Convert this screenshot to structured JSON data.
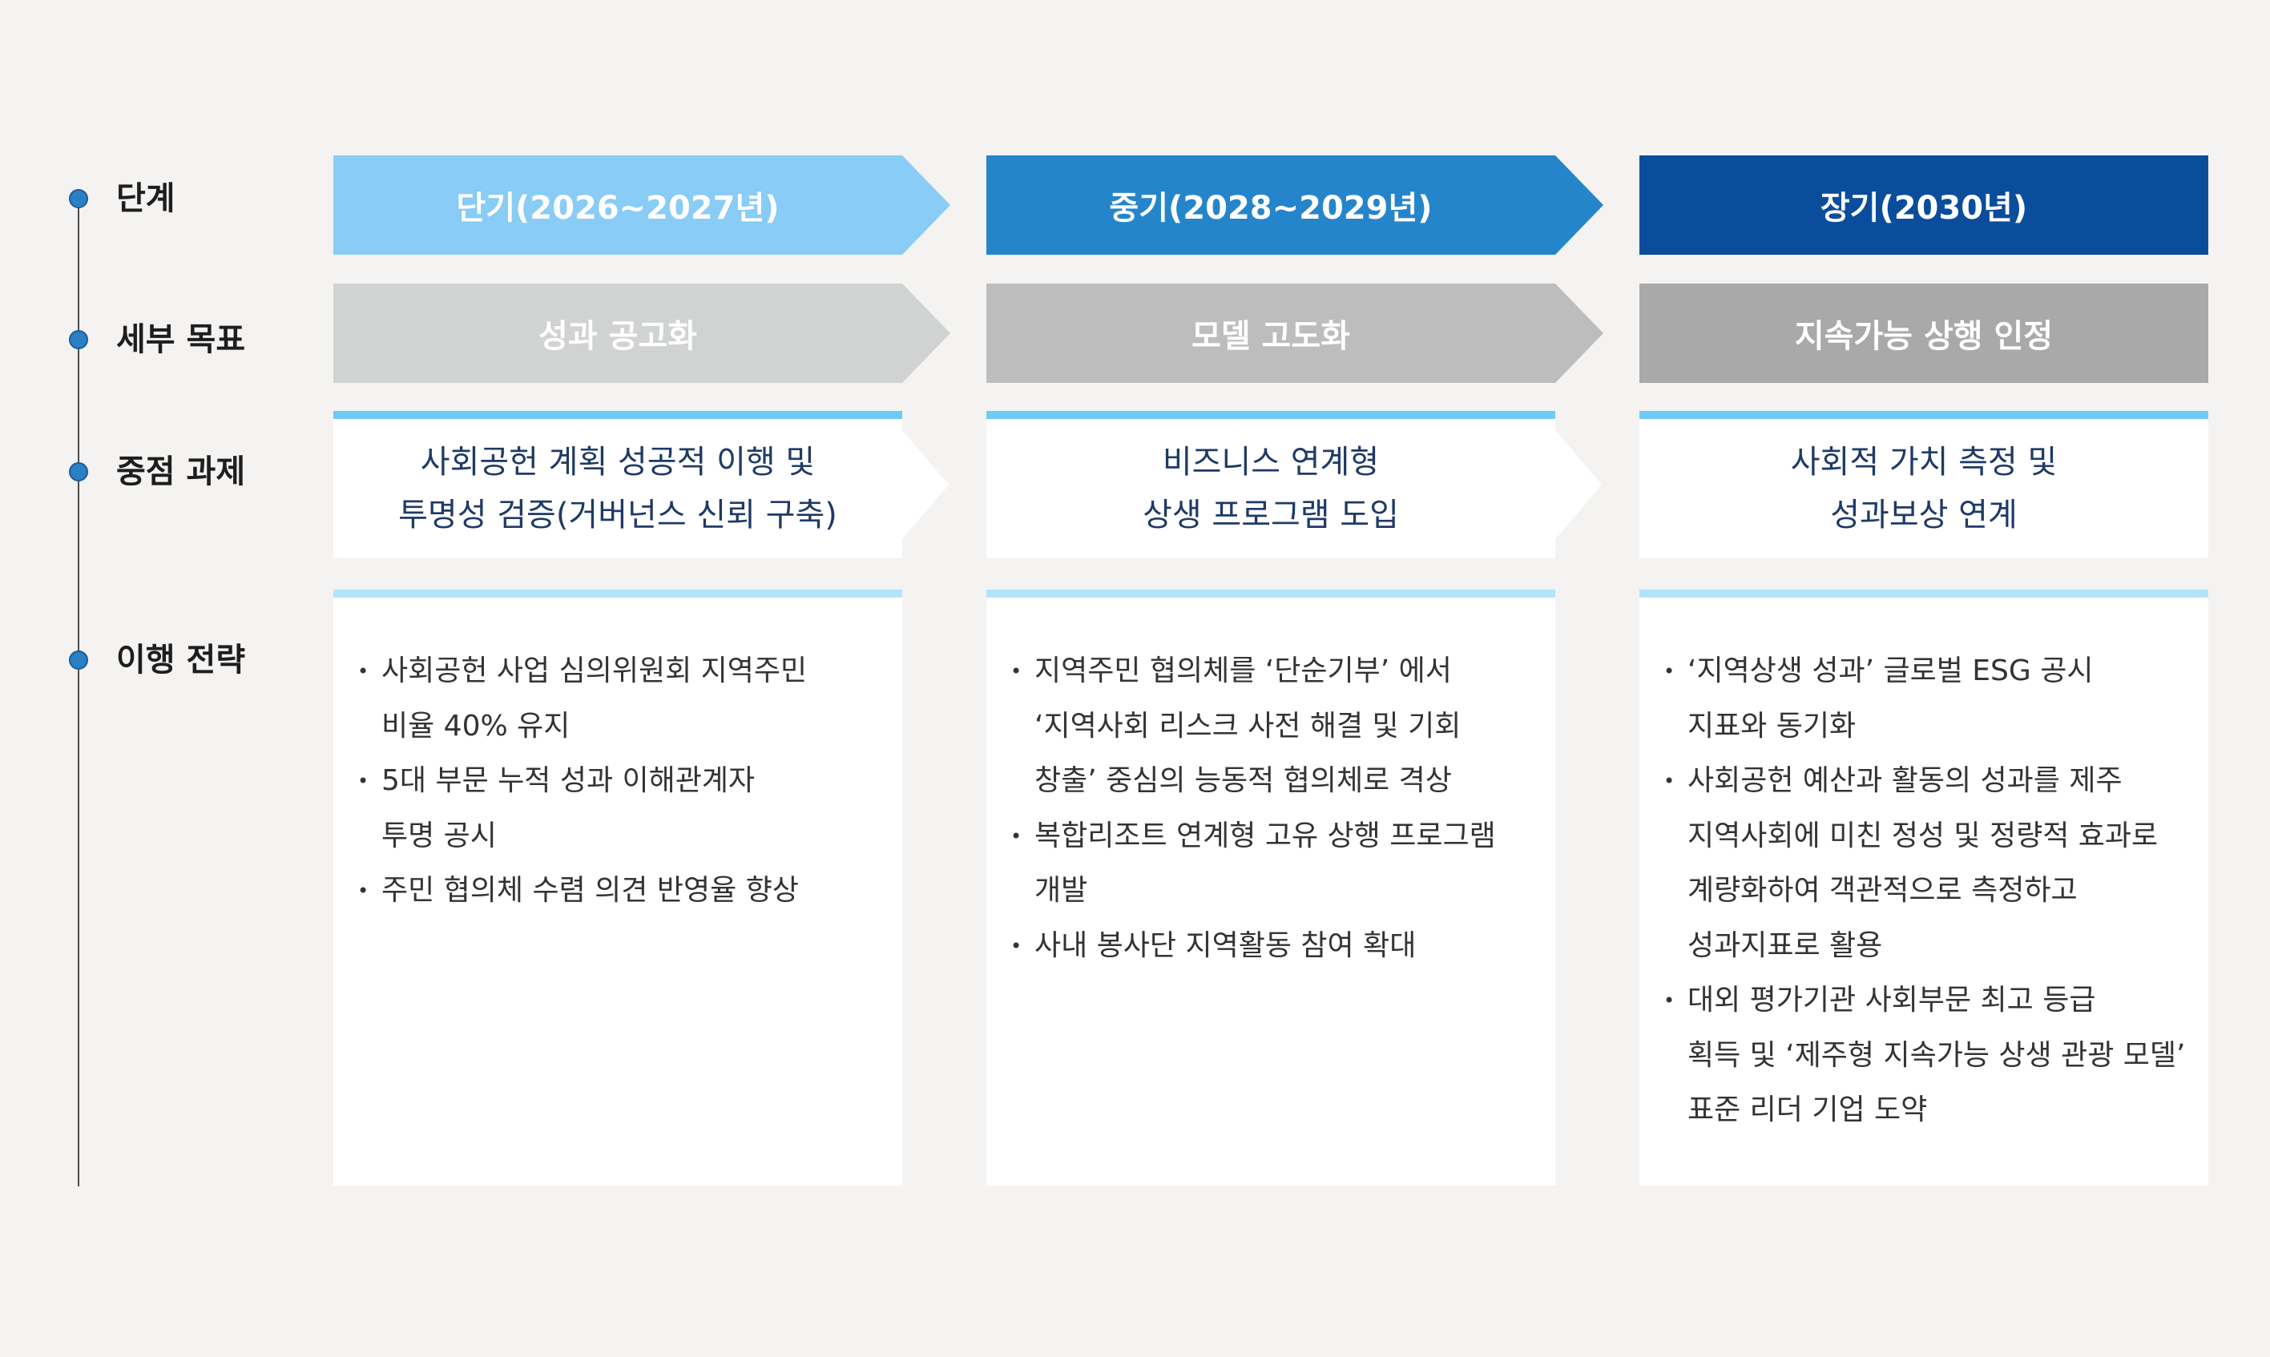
{
  "rows": {
    "stage": "단계",
    "goal": "세부 목표",
    "task": "중점 과제",
    "strategy": "이행 전략"
  },
  "colors": {
    "timeline_dot": "#2b7fc5",
    "task_border": "#6ecaf6",
    "strategy_border": "#b3e4fa",
    "task_text": "#1e3a66"
  },
  "columns": [
    {
      "stage": "단기(2026~2027년)",
      "stage_color": "#89ccf5",
      "goal": "성과 공고화",
      "goal_color": "#d1d3d3",
      "task_lines": [
        "사회공헌 계획 성공적 이행 및",
        "투명성 검증(거버넌스 신뢰 구축)"
      ],
      "strategies": [
        "사회공헌 사업 심의위원회 지역주민\n비율 40% 유지",
        "5대 부문 누적 성과 이해관계자\n투명 공시",
        "주민 협의체 수렴 의견 반영율 향상"
      ]
    },
    {
      "stage": "중기(2028~2029년)",
      "stage_color": "#2585cb",
      "goal": "모델 고도화",
      "goal_color": "#bdbdbd",
      "task_lines": [
        "비즈니스 연계형",
        "상생 프로그램 도입"
      ],
      "strategies": [
        "지역주민 협의체를 ‘단순기부’ 에서\n‘지역사회 리스크 사전 해결 및 기회\n창출’ 중심의 능동적 협의체로 격상",
        "복합리조트 연계형 고유 상행 프로그램\n개발",
        "사내 봉사단 지역활동 참여 확대"
      ]
    },
    {
      "stage": "장기(2030년)",
      "stage_color": "#0a4d9c",
      "goal": "지속가능 상행 인정",
      "goal_color": "#a9a9a9",
      "task_lines": [
        "사회적 가치 측정 및",
        "성과보상 연계"
      ],
      "strategies": [
        "‘지역상생 성과’ 글로벌 ESG 공시\n지표와 동기화",
        "사회공헌 예산과 활동의 성과를 제주\n지역사회에 미친 정성 및 정량적 효과로\n계량화하여 객관적으로 측정하고\n성과지표로 활용",
        "대외 평가기관 사회부문 최고 등급\n획득 및 ‘제주형 지속가능 상생 관광 모델’\n표준 리더 기업 도약"
      ]
    }
  ]
}
